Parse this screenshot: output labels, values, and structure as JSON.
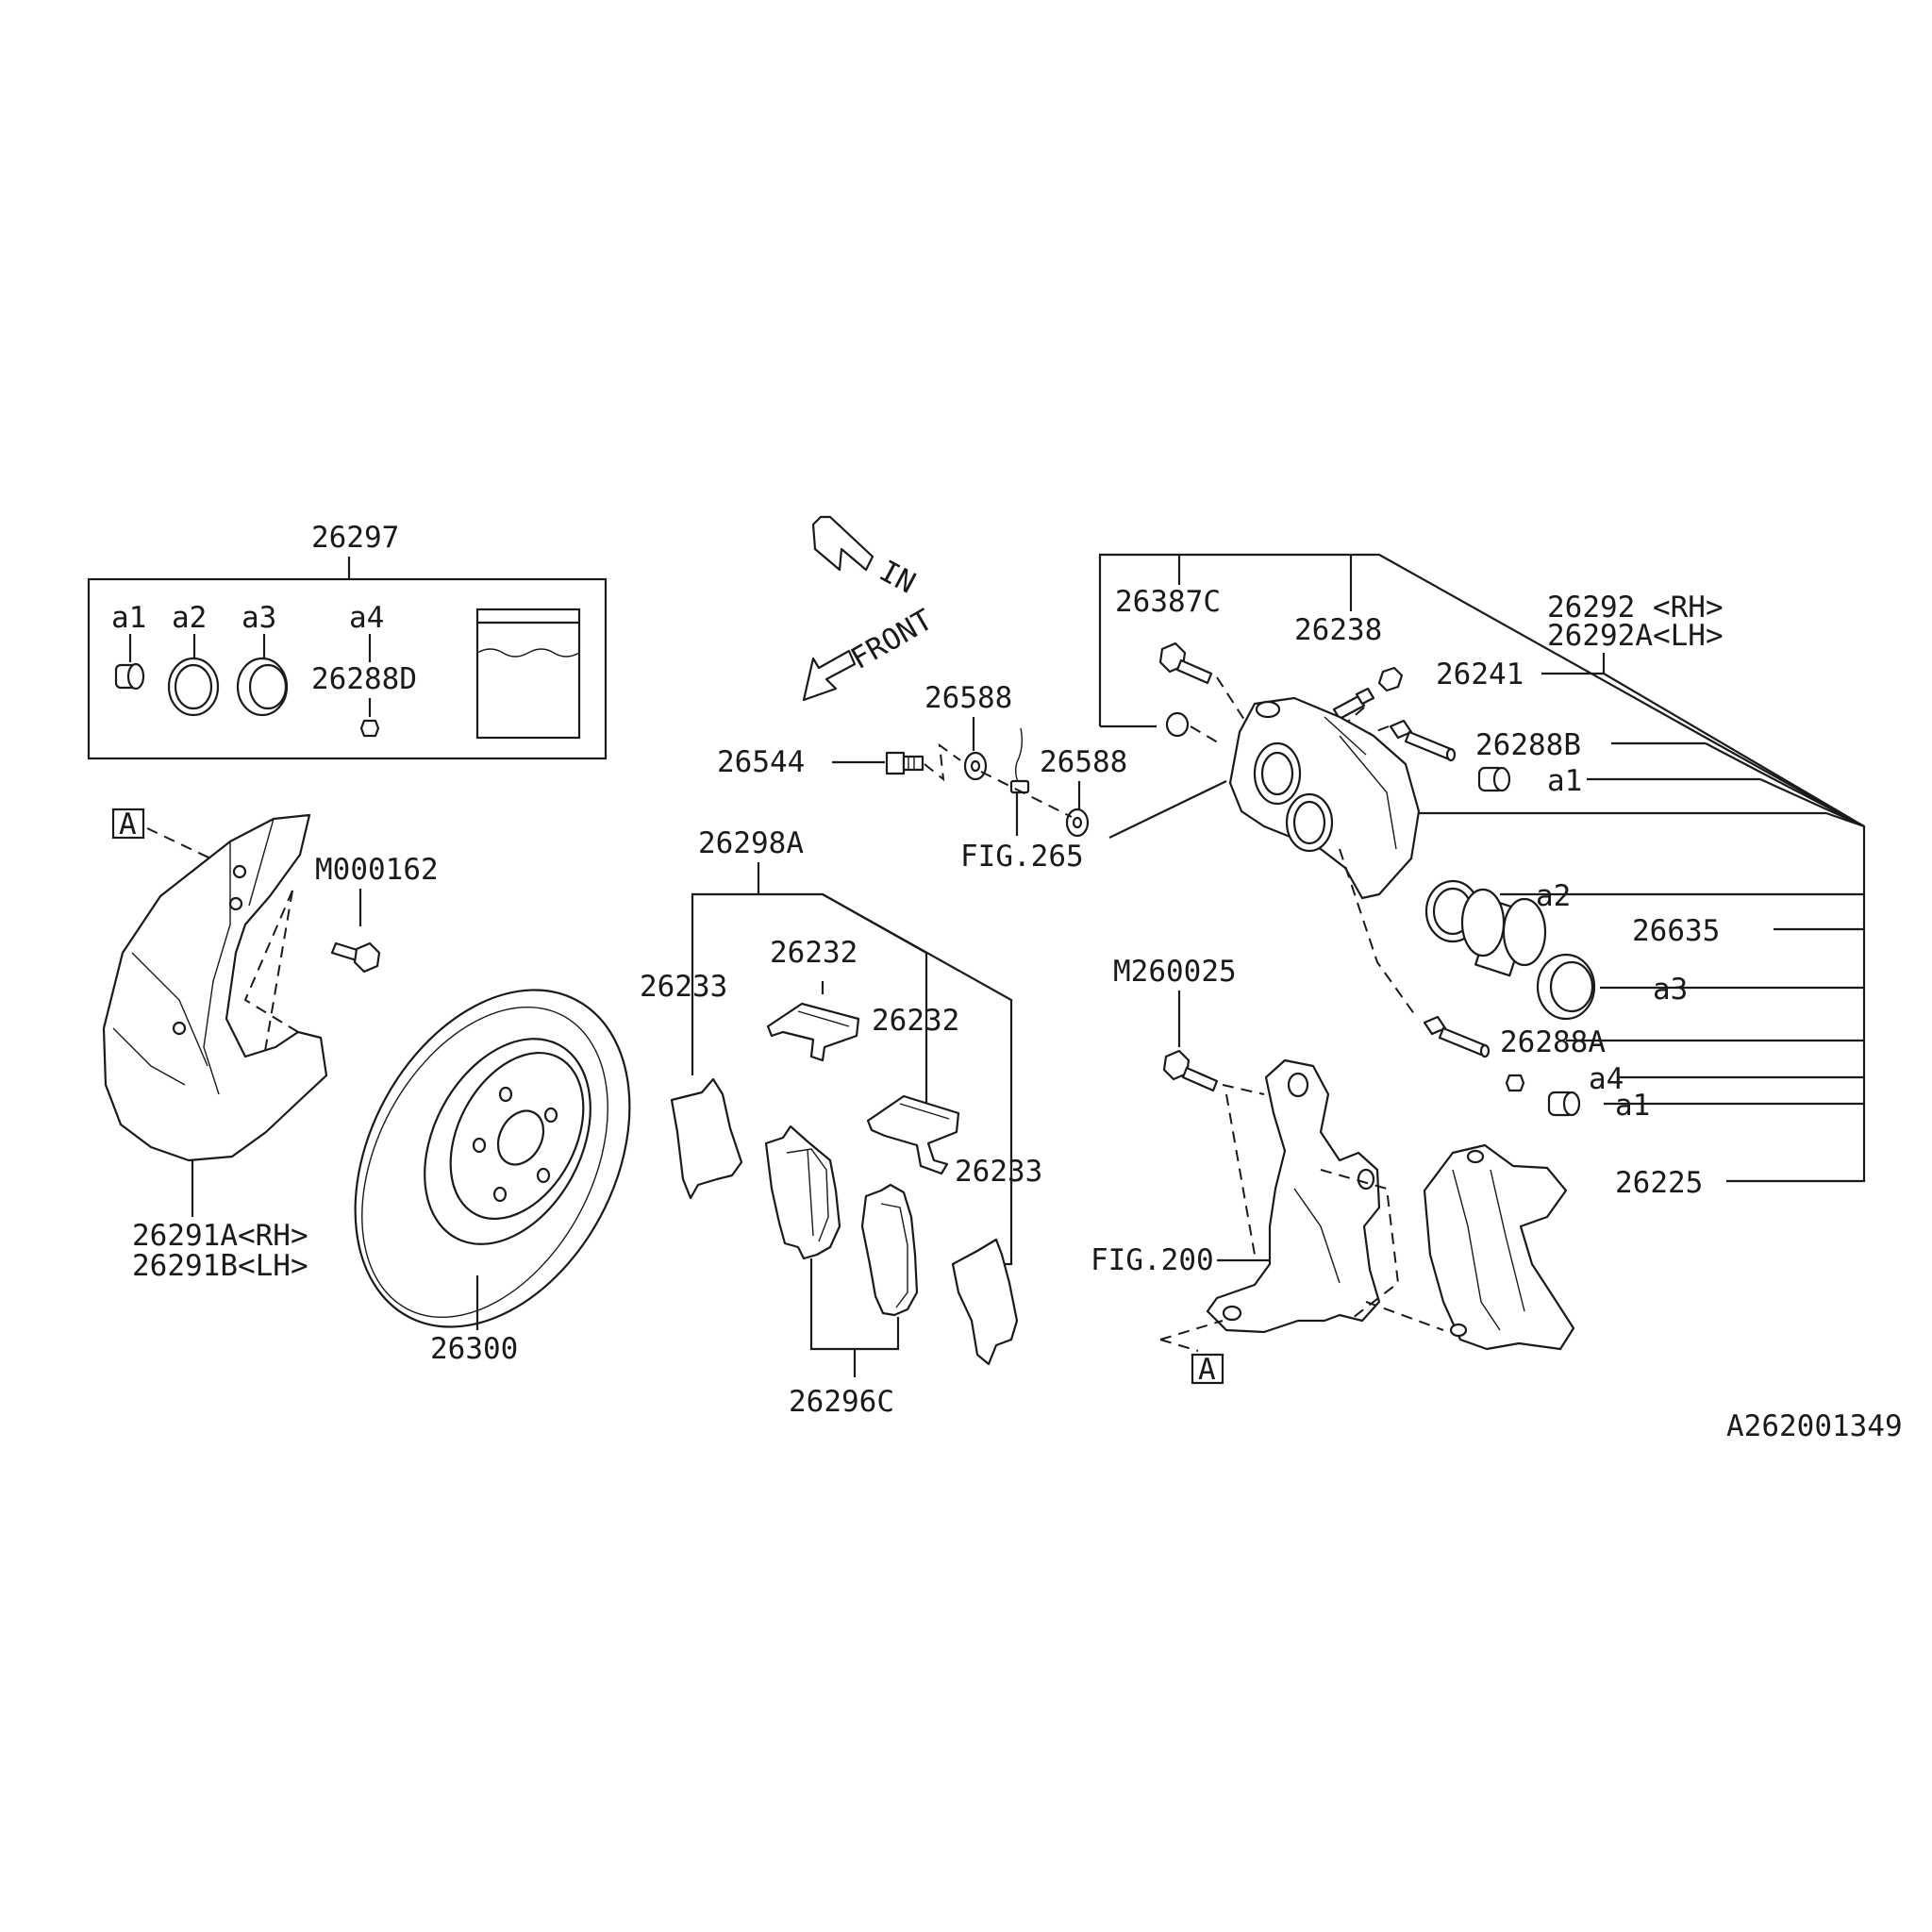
{
  "kit": {
    "number": "26297",
    "items": [
      "a1",
      "a2",
      "a3",
      "a4"
    ],
    "part": "26288D"
  },
  "arrows": {
    "in": "IN",
    "front": "FRONT"
  },
  "ref_mark": "A",
  "labels": {
    "bolt_26387C": "26387C",
    "bleeder_26238": "26238",
    "cap_26241": "26241",
    "caliper_rh": "26292 <RH>",
    "caliper_lh": "26292A<LH>",
    "pin_26288B": "26288B",
    "a1_top": "a1",
    "seal_a2": "a2",
    "piston_26635": "26635",
    "boot_a3": "a3",
    "pin_26288A": "26288A",
    "a4": "a4",
    "a1_bottom": "a1",
    "bracket_26225": "26225",
    "washer_26588_a": "26588",
    "washer_26588_b": "26588",
    "bolt_26544": "26544",
    "fig_265": "FIG.265",
    "pad_kit_26298A": "26298A",
    "clip_26232_a": "26232",
    "clip_26232_b": "26232",
    "shim_26233_a": "26233",
    "shim_26233_b": "26233",
    "pads_26296C": "26296C",
    "bolt_M000162": "M000162",
    "shield_rh": "26291A<RH>",
    "shield_lh": "26291B<LH>",
    "rotor_26300": "26300",
    "bolt_M260025": "M260025",
    "fig_200": "FIG.200",
    "diagram_id": "A262001349"
  }
}
